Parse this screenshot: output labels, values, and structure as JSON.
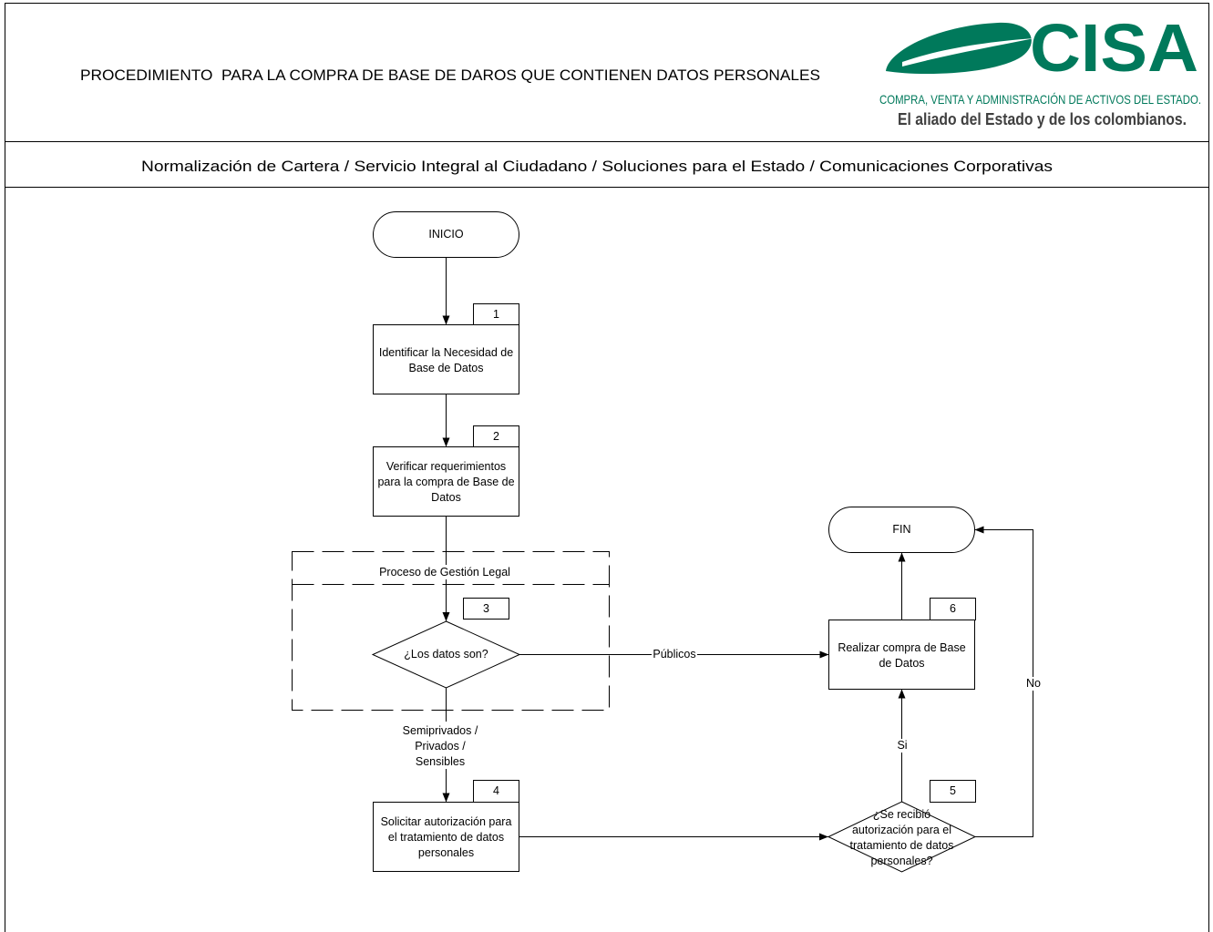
{
  "header": {
    "title": "PROCEDIMIENTO  PARA LA COMPRA DE BASE DE DAROS QUE CONTIENEN DATOS PERSONALES",
    "logo": {
      "wordmark": "CISA",
      "tagline": "COMPRA, VENTA Y ADMINISTRACIÓN DE ACTIVOS DEL ESTADO.",
      "slogan": "El aliado del Estado y de los colombianos."
    }
  },
  "areas": "Normalización de Cartera / Servicio Integral al Ciudadano / Soluciones para el Estado / Comunicaciones Corporativas",
  "flow": {
    "start": "INICIO",
    "end": "FIN",
    "container": "Proceso de Gestión Legal",
    "steps": [
      {
        "number": "1",
        "lines": [
          "Identificar la Necesidad de",
          "Base de Datos"
        ]
      },
      {
        "number": "2",
        "lines": [
          "Verificar requerimientos",
          "para la compra de Base de",
          "Datos"
        ]
      },
      {
        "number": "3",
        "lines": [
          "¿Los datos son?"
        ]
      },
      {
        "number": "4",
        "lines": [
          "Solicitar autorización para",
          "el tratamiento de datos",
          "personales"
        ]
      },
      {
        "number": "5",
        "lines": [
          "¿Se recibió",
          "autorización para el",
          "tratamiento de datos",
          "personales?"
        ]
      },
      {
        "number": "6",
        "lines": [
          "Realizar compra de Base",
          "de Datos"
        ]
      }
    ],
    "edge_labels": {
      "publicos": "Públicos",
      "privados": [
        "Semiprivados /",
        "Privados /",
        "Sensibles"
      ],
      "si": "Si",
      "no": "No"
    }
  },
  "colors": {
    "brand_green": "#00795b",
    "slogan_gray": "#404040",
    "lines": "#000000"
  }
}
